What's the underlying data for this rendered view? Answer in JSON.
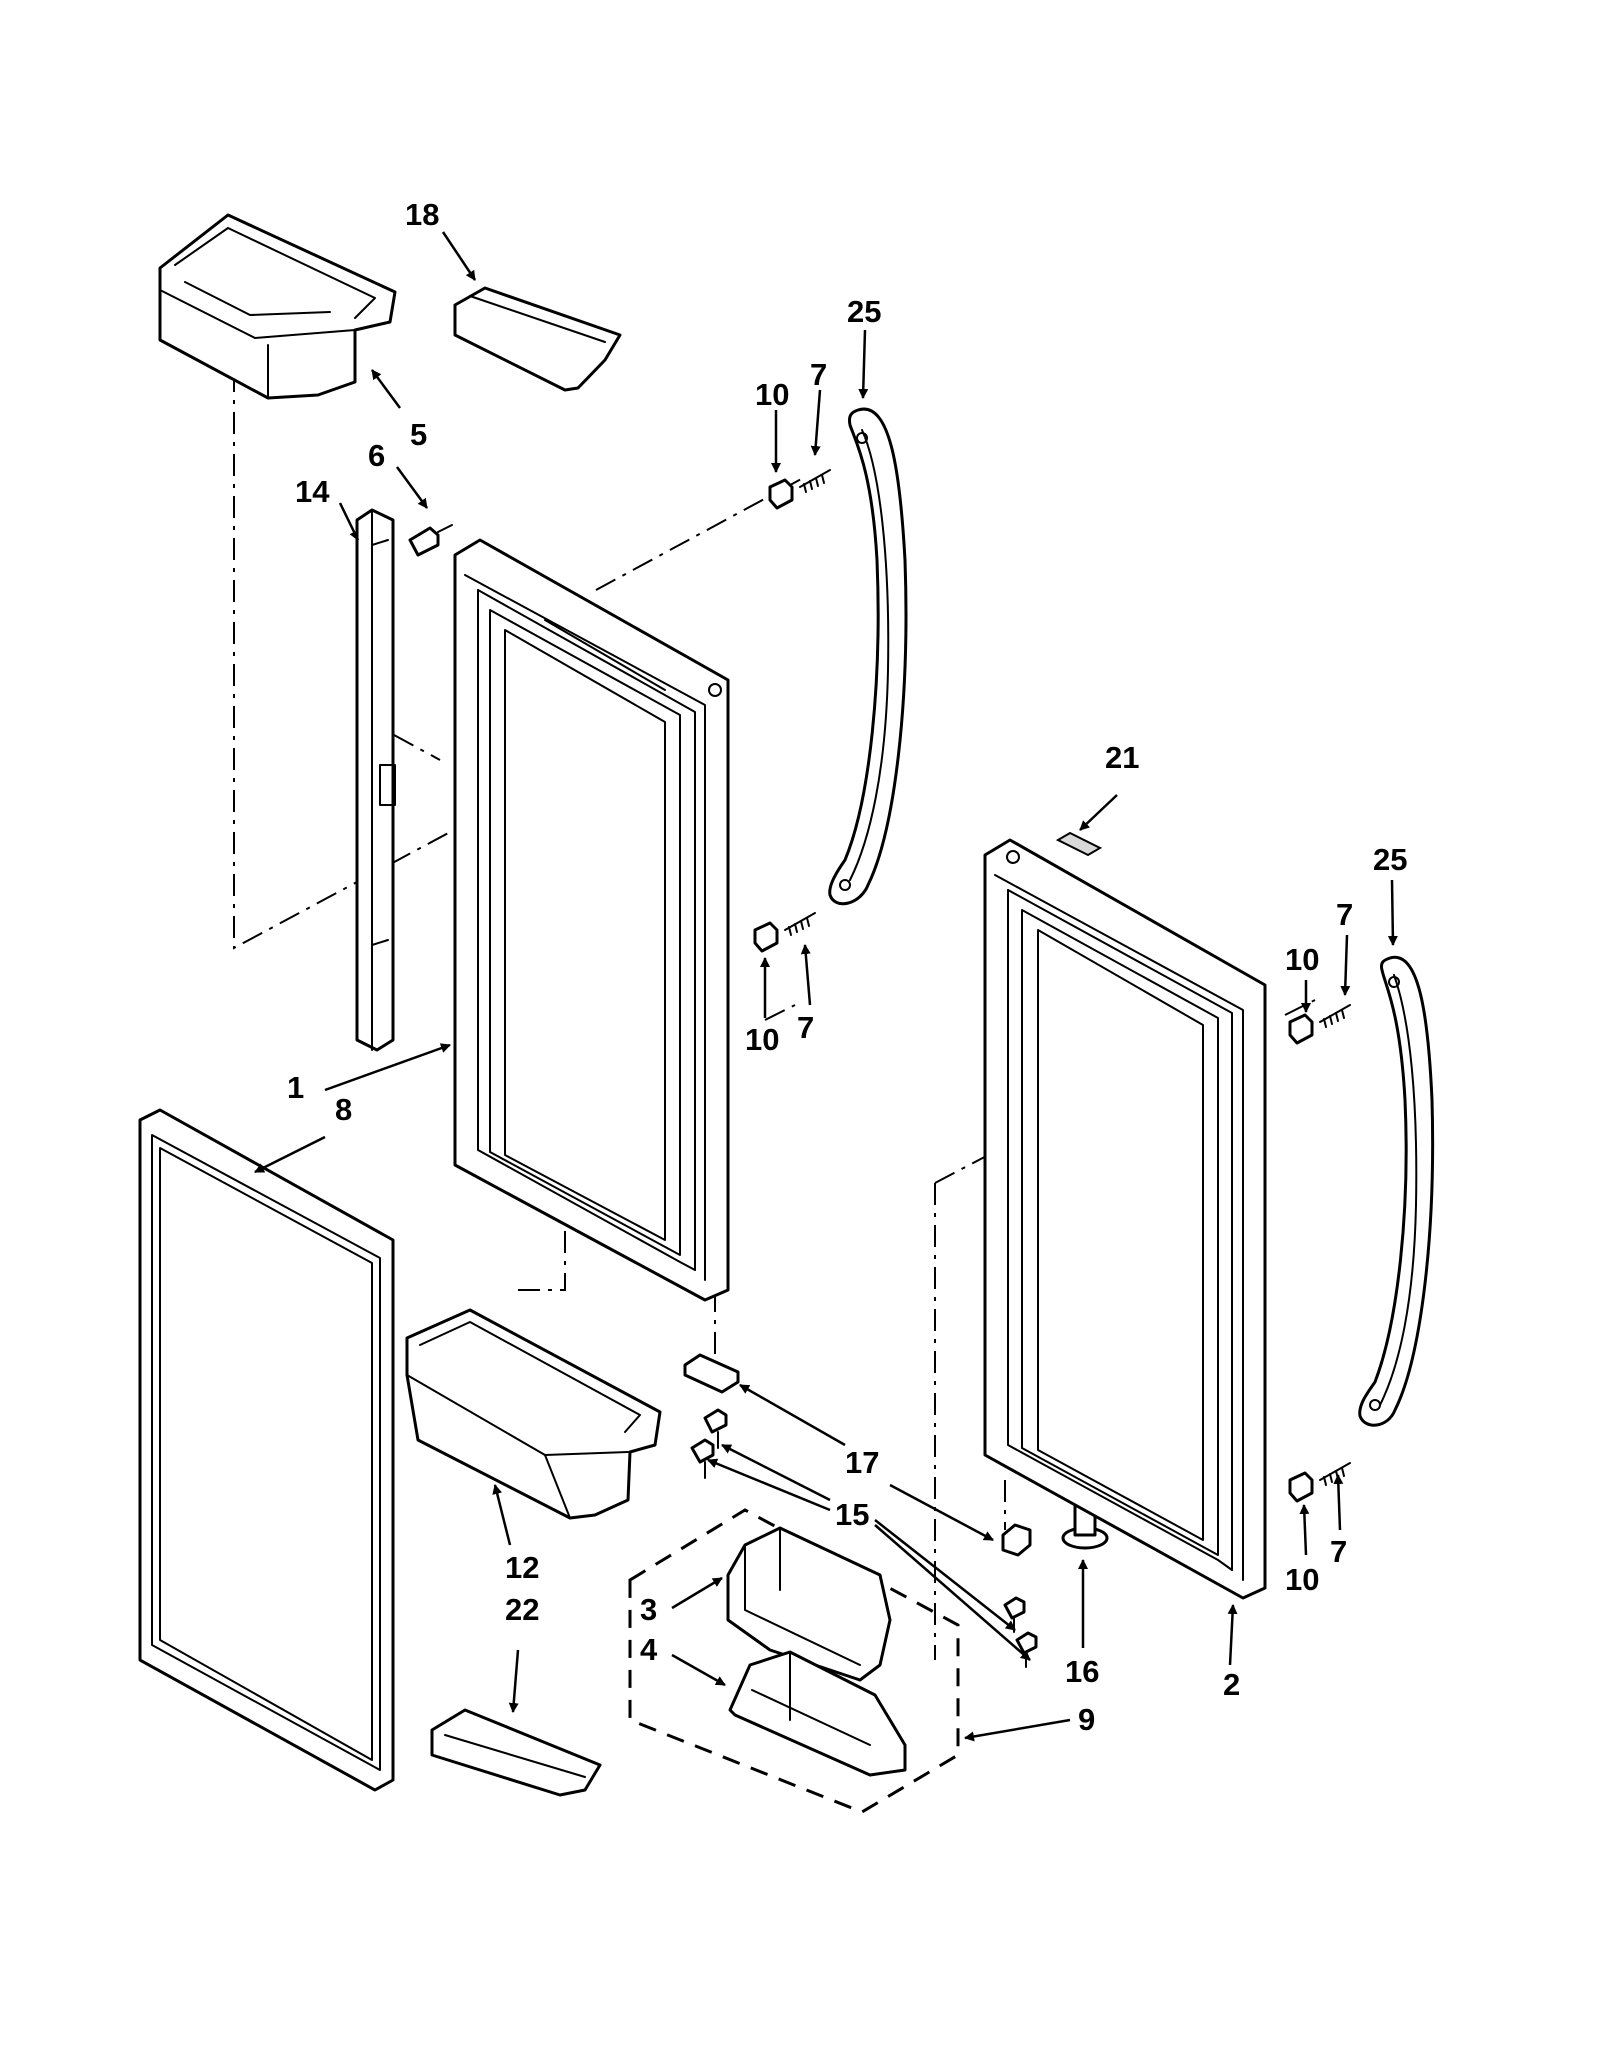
{
  "callouts": {
    "c1": "1",
    "c2": "2",
    "c3": "3",
    "c4": "4",
    "c5": "5",
    "c6": "6",
    "c7a": "7",
    "c7b": "7",
    "c7c": "7",
    "c7d": "7",
    "c8": "8",
    "c9": "9",
    "c10a": "10",
    "c10b": "10",
    "c10c": "10",
    "c10d": "10",
    "c12": "12",
    "c14": "14",
    "c15": "15",
    "c16": "16",
    "c17": "17",
    "c18": "18",
    "c21": "21",
    "c22": "22",
    "c25a": "25",
    "c25b": "25"
  }
}
